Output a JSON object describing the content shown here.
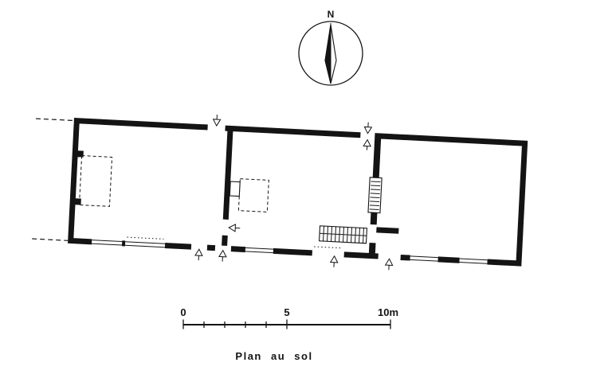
{
  "page": {
    "background": "#ffffff",
    "ink": "#141414",
    "drawing_type": "architectural floor plan"
  },
  "north_indicator": {
    "label": "N"
  },
  "scale_bar": {
    "zero_label": "0",
    "mid_label": "5",
    "end_label": "10m"
  },
  "caption": {
    "title": "Plan au sol"
  }
}
